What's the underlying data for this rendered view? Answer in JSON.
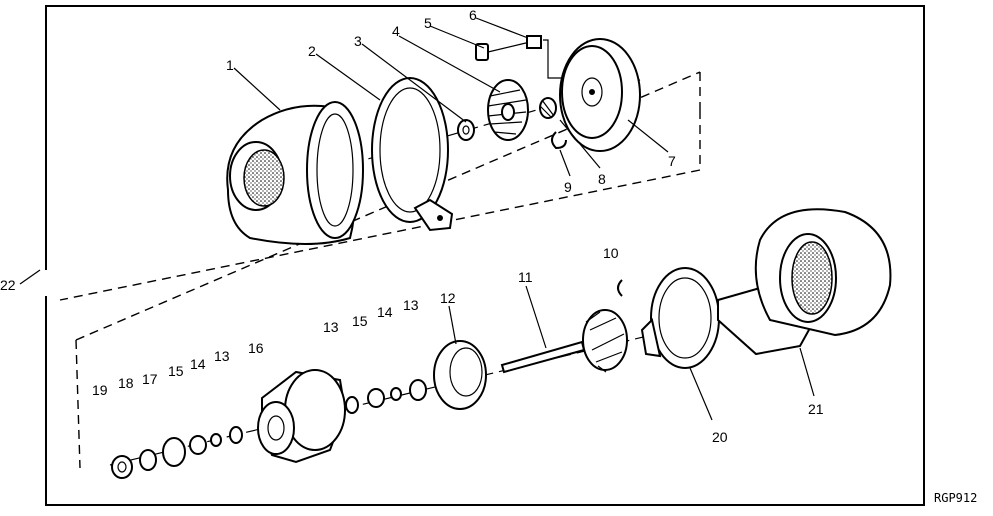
{
  "figure_code": "RGP912",
  "callouts": [
    "1",
    "2",
    "3",
    "4",
    "5",
    "6",
    "7",
    "8",
    "9",
    "10",
    "11",
    "12",
    "13",
    "13",
    "13",
    "14",
    "14",
    "15",
    "15",
    "16",
    "17",
    "18",
    "19",
    "20",
    "21",
    "22"
  ]
}
